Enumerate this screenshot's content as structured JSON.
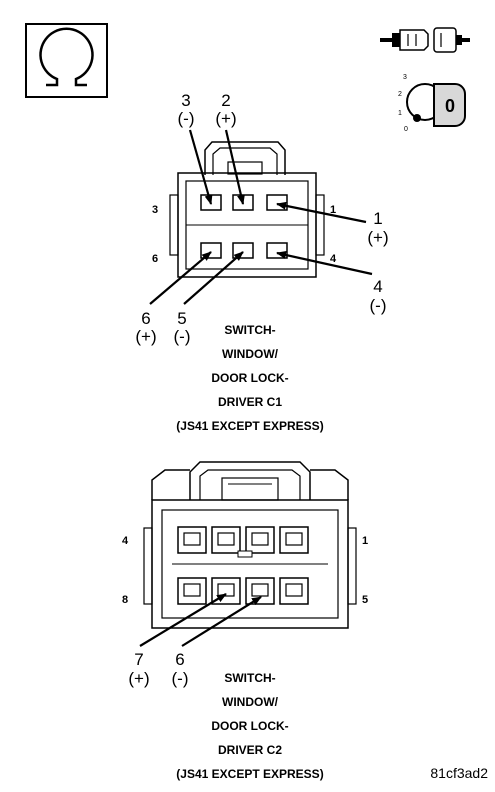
{
  "icons": {
    "ohmmeter": "ohmmeter-icon",
    "connector_disconnect": "connector-disconnect-icon",
    "ignition": "ignition-key-icon"
  },
  "ignition": {
    "positions": [
      "3",
      "2",
      "1",
      "0"
    ],
    "key_label": "0"
  },
  "c1": {
    "side_labels": {
      "top_left": "3",
      "top_right": "1",
      "bottom_left": "6",
      "bottom_right": "4"
    },
    "callouts": [
      {
        "pin": "3",
        "sign": "(-)"
      },
      {
        "pin": "2",
        "sign": "(+)"
      },
      {
        "pin": "1",
        "sign": "(+)"
      },
      {
        "pin": "4",
        "sign": "(-)"
      },
      {
        "pin": "6",
        "sign": "(+)"
      },
      {
        "pin": "5",
        "sign": "(-)"
      }
    ],
    "caption": [
      "SWITCH-",
      "WINDOW/",
      "DOOR LOCK-",
      "DRIVER C1",
      "(JS41 EXCEPT EXPRESS)"
    ]
  },
  "c2": {
    "side_labels": {
      "top_left": "4",
      "top_right": "1",
      "bottom_left": "8",
      "bottom_right": "5"
    },
    "callouts": [
      {
        "pin": "7",
        "sign": "(+)"
      },
      {
        "pin": "6",
        "sign": "(-)"
      }
    ],
    "caption": [
      "SWITCH-",
      "WINDOW/",
      "DOOR LOCK-",
      "DRIVER C2",
      "(JS41 EXCEPT EXPRESS)"
    ]
  },
  "figure_id": "81cf3ad2"
}
